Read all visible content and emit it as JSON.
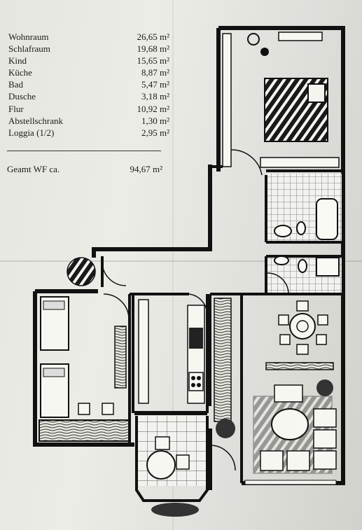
{
  "areas": [
    {
      "name": "Wohnraum",
      "value": "26,65 m²"
    },
    {
      "name": "Schlafraum",
      "value": "19,68 m²"
    },
    {
      "name": "Kind",
      "value": "15,65 m²"
    },
    {
      "name": "Küche",
      "value": "8,87 m²"
    },
    {
      "name": "Bad",
      "value": "5,47 m²"
    },
    {
      "name": "Dusche",
      "value": "3,18 m²"
    },
    {
      "name": "Flur",
      "value": "10,92 m²"
    },
    {
      "name": "Abstellschrank",
      "value": "1,30 m²"
    },
    {
      "name": "Loggia (1/2)",
      "value": "2,95 m²"
    }
  ],
  "total": {
    "label": "Geamt WF ca.",
    "value": "94,67 m²"
  },
  "colors": {
    "ink": "#111111",
    "paper": "#e8e8e3",
    "tile": "#777777"
  }
}
